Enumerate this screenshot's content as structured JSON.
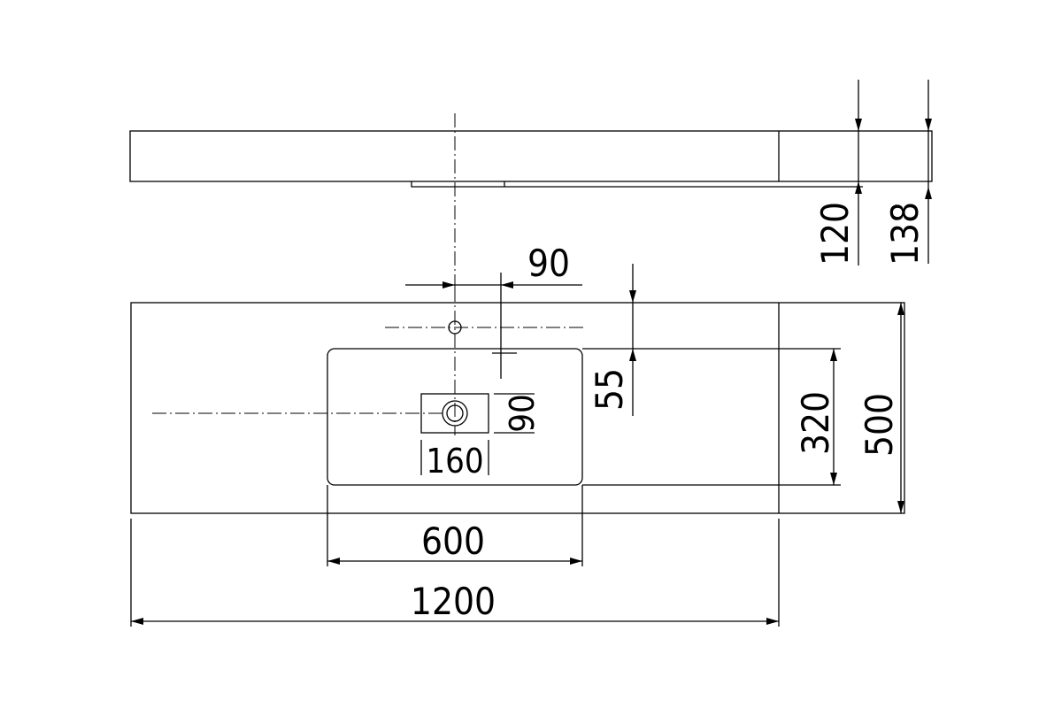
{
  "drawing": {
    "dimensions": {
      "depth_120": "120",
      "depth_138": "138",
      "tap_offset_90": "90",
      "tap_inset_55": "55",
      "drain_box_90": "90",
      "drain_box_160": "160",
      "basin_depth_320": "320",
      "total_depth_500": "500",
      "basin_width_600": "600",
      "total_width_1200": "1200"
    }
  }
}
